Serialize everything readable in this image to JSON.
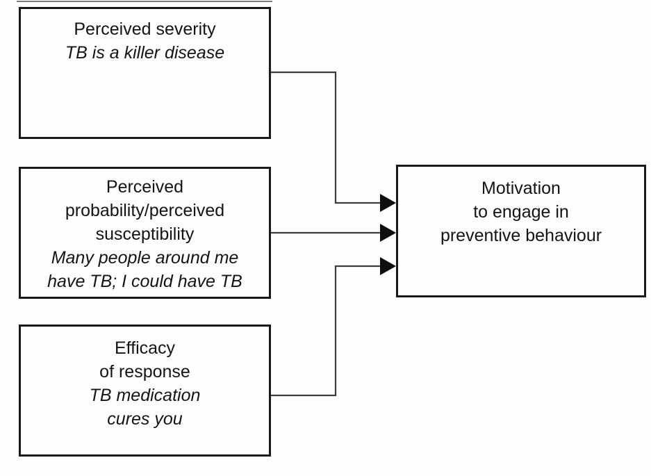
{
  "diagram": {
    "type": "flow-diagram",
    "background_color": "#fefefe",
    "box_border_color": "#1a1a1a",
    "connector_color": "#3c3c3c",
    "arrowhead_color": "#0f0f0f",
    "text_color": "#141414",
    "nodes": {
      "severity": {
        "id": "perceived-severity",
        "title_lines": [
          "Perceived severity"
        ],
        "example_lines": [
          "TB is a killer disease"
        ]
      },
      "susceptibility": {
        "id": "perceived-probability-susceptibility",
        "title_lines": [
          "Perceived",
          "probability/perceived",
          "susceptibility"
        ],
        "example_lines": [
          "Many people around me",
          "have TB; I could have TB"
        ]
      },
      "efficacy": {
        "id": "efficacy-of-response",
        "title_lines": [
          "Efficacy",
          "of response"
        ],
        "example_lines": [
          "TB medication",
          "cures you"
        ]
      },
      "motivation": {
        "id": "motivation",
        "title_lines": [
          "Motivation",
          "to engage in",
          "preventive behaviour"
        ]
      }
    },
    "edges": [
      {
        "from": "perceived-severity",
        "to": "motivation",
        "shape": "elbow-down",
        "arrowhead": "solid-triangle"
      },
      {
        "from": "perceived-probability-susceptibility",
        "to": "motivation",
        "shape": "straight",
        "arrowhead": "solid-triangle"
      },
      {
        "from": "efficacy-of-response",
        "to": "motivation",
        "shape": "elbow-up",
        "arrowhead": "solid-triangle"
      }
    ]
  }
}
